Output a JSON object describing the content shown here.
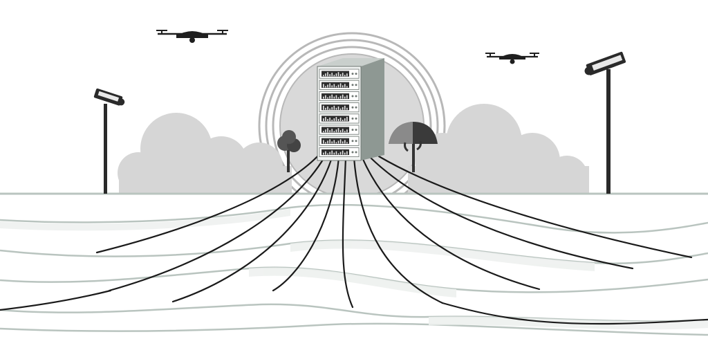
{
  "illustration": {
    "server_rack_units": 8,
    "drone_count": 2,
    "camera_count": 2,
    "tree_count": 2,
    "cable_count": 9
  },
  "colors": {
    "background": "#ffffff",
    "ink": "#1f1f1f",
    "cloud": "#d6d6d6",
    "halo_fill": "#d9d9d9",
    "halo_ring": "#b8b8b8",
    "server_front": "#f1f3f2",
    "server_side": "#8e9893",
    "server_top": "#c9cfcc",
    "ground_line": "#b9c4bf",
    "ground_shadow": "#eef1ef",
    "cable": "#1a1a1a",
    "cable_light": "#9fa9a4"
  },
  "icons": {
    "server": "server-rack-icon",
    "drone": "drone-icon",
    "camera": "security-camera-icon",
    "tree": "tree-icon"
  }
}
